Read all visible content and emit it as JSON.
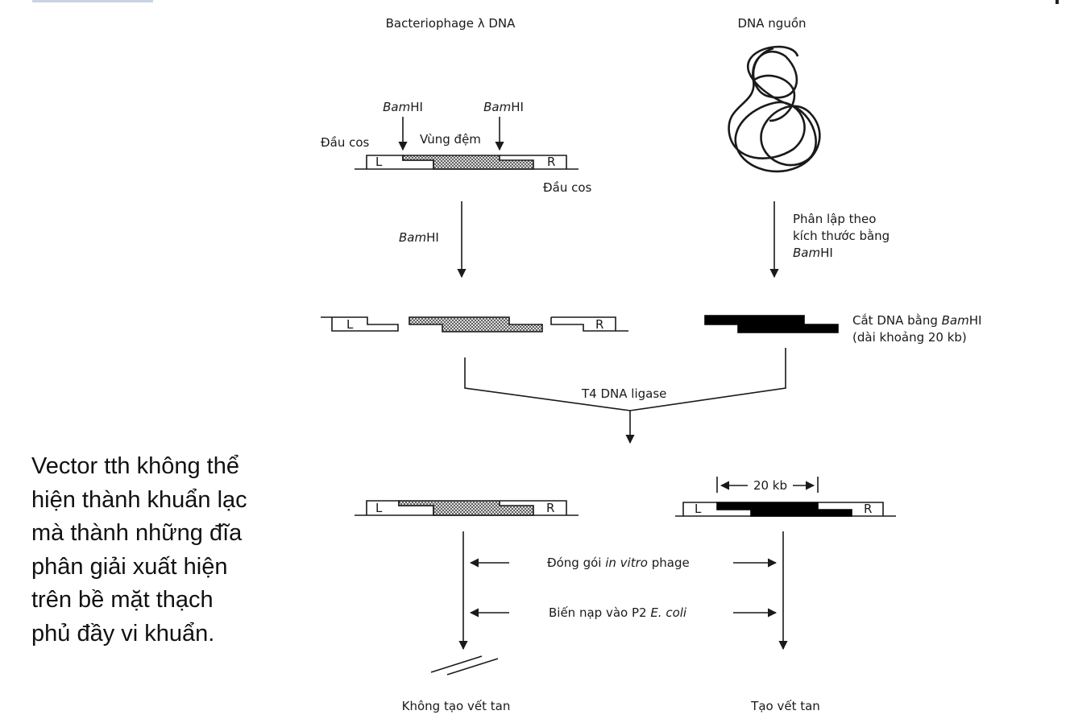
{
  "left_text": {
    "lines": [
      "Vector tth không thể",
      "hiện thành khuẩn lạc",
      "mà thành những đĩa",
      "phân giải xuất hiện",
      "trên bề mặt thạch",
      "phủ đầy vi khuẩn."
    ]
  },
  "labels": {
    "phage_title": "Bacteriophage λ DNA",
    "source_title": "DNA nguồn",
    "enzyme_a": "Bam",
    "enzyme_b": "HI",
    "cos_end": "Đầu cos",
    "stuffer": "Vùng đệm",
    "left_arm": "L",
    "right_arm": "R",
    "size_line1": "Phân lập theo",
    "size_line2": "kích thước bằng",
    "cut_line1_a": "Cắt DNA bằng ",
    "cut_line2": "(dài khoảng 20 kb)",
    "ligase": "T4 DNA ligase",
    "insert_size": "20 kb",
    "pack_a": "Đóng gói ",
    "pack_b": "in vitro",
    "pack_c": " phage",
    "transform_a": "Biến nạp vào P2 ",
    "transform_b": "E. coli",
    "no_plaque": "Không tạo vết tan",
    "plaque": "Tạo vết tan"
  },
  "colors": {
    "stroke": "#1a1a1a",
    "insert_fill": "#000000",
    "stuffer_fill": "hatched"
  }
}
